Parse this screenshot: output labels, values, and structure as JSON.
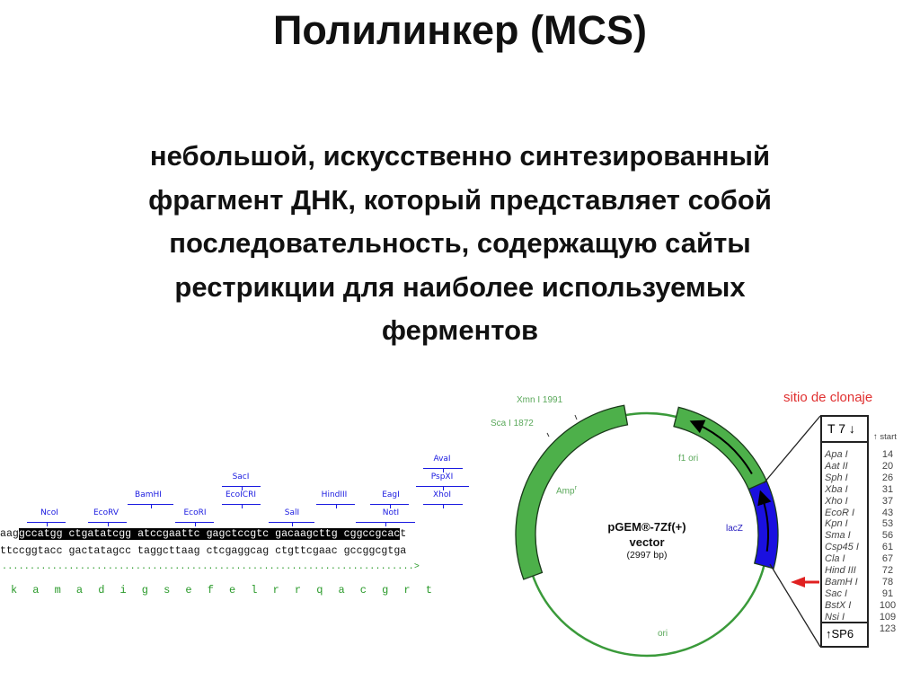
{
  "slide": {
    "title": "Полилинкер (MCS)",
    "description_lines": [
      "небольшой, искусственно синтезированный",
      "фрагмент ДНК, который представляет собой",
      "последовательность, содержащую сайты",
      "рестрикции для наиболее используемых",
      "ферментов"
    ]
  },
  "sequence_figure": {
    "enzymes": [
      "NcoI",
      "EcoRV",
      "BamHI",
      "EcoRI",
      "SacI",
      "EcoICRI",
      "SalI",
      "HindIII",
      "EagI",
      "NotI",
      "AvaI",
      "PspXI",
      "XhoI"
    ],
    "top_strand_prefix": "aag",
    "top_strand_highlight": "gccatgg ctgatatcgg atccgaattc gagctccgtc gacaagcttg cggccgcac",
    "top_strand_suffix": "t",
    "bottom_strand": "ttccggtacc gactatagcc taggcttaag ctcgaggcag ctgttcgaac gccggcgtga",
    "reading_frame": "..........................................................................>",
    "amino_acids": [
      "k",
      "a",
      "m",
      "a",
      "d",
      "i",
      "g",
      "s",
      "e",
      "f",
      "e",
      "l",
      "r",
      "r",
      "q",
      "a",
      "c",
      "g",
      "r",
      "t"
    ],
    "colors": {
      "enzyme": "#1a1ae0",
      "amino_acid": "#2a9a2a",
      "highlight": "#000000"
    }
  },
  "plasmid_map": {
    "name": "pGEM®-7Zf(+)",
    "subtitle": "vector",
    "size": "(2997 bp)",
    "features": {
      "amp": "Amp",
      "amp_sup": "r",
      "f1": "f1 ori",
      "lacz": "lacZ",
      "ori": "ori"
    },
    "sites": [
      "Xmn I 1991",
      "Sca I 1872"
    ],
    "colors": {
      "green": "#4db04a",
      "blue": "#1a10e0",
      "label_green": "#5aa85a"
    }
  },
  "cloning_site": {
    "title": "sitio de clonaje",
    "t7": "T 7",
    "sp6": "SP6",
    "start_label": "start",
    "sites": [
      {
        "name": "Apa I",
        "pos": "14"
      },
      {
        "name": "Aat II",
        "pos": "20"
      },
      {
        "name": "Sph I",
        "pos": "26"
      },
      {
        "name": "Xba I",
        "pos": "31"
      },
      {
        "name": "Xho I",
        "pos": "37"
      },
      {
        "name": "EcoR I",
        "pos": "43"
      },
      {
        "name": "Kpn I",
        "pos": "53"
      },
      {
        "name": "Sma I",
        "pos": "56"
      },
      {
        "name": "Csp45 I",
        "pos": "61"
      },
      {
        "name": "Cla I",
        "pos": "67"
      },
      {
        "name": "Hind III",
        "pos": "72"
      },
      {
        "name": "BamH I",
        "pos": "78"
      },
      {
        "name": "Sac I",
        "pos": "91"
      },
      {
        "name": "BstX I",
        "pos": "100"
      },
      {
        "name": "Nsi I",
        "pos": "109"
      }
    ],
    "end_pos": "123",
    "highlighted_site": "BamH I",
    "title_color": "#e03030"
  }
}
